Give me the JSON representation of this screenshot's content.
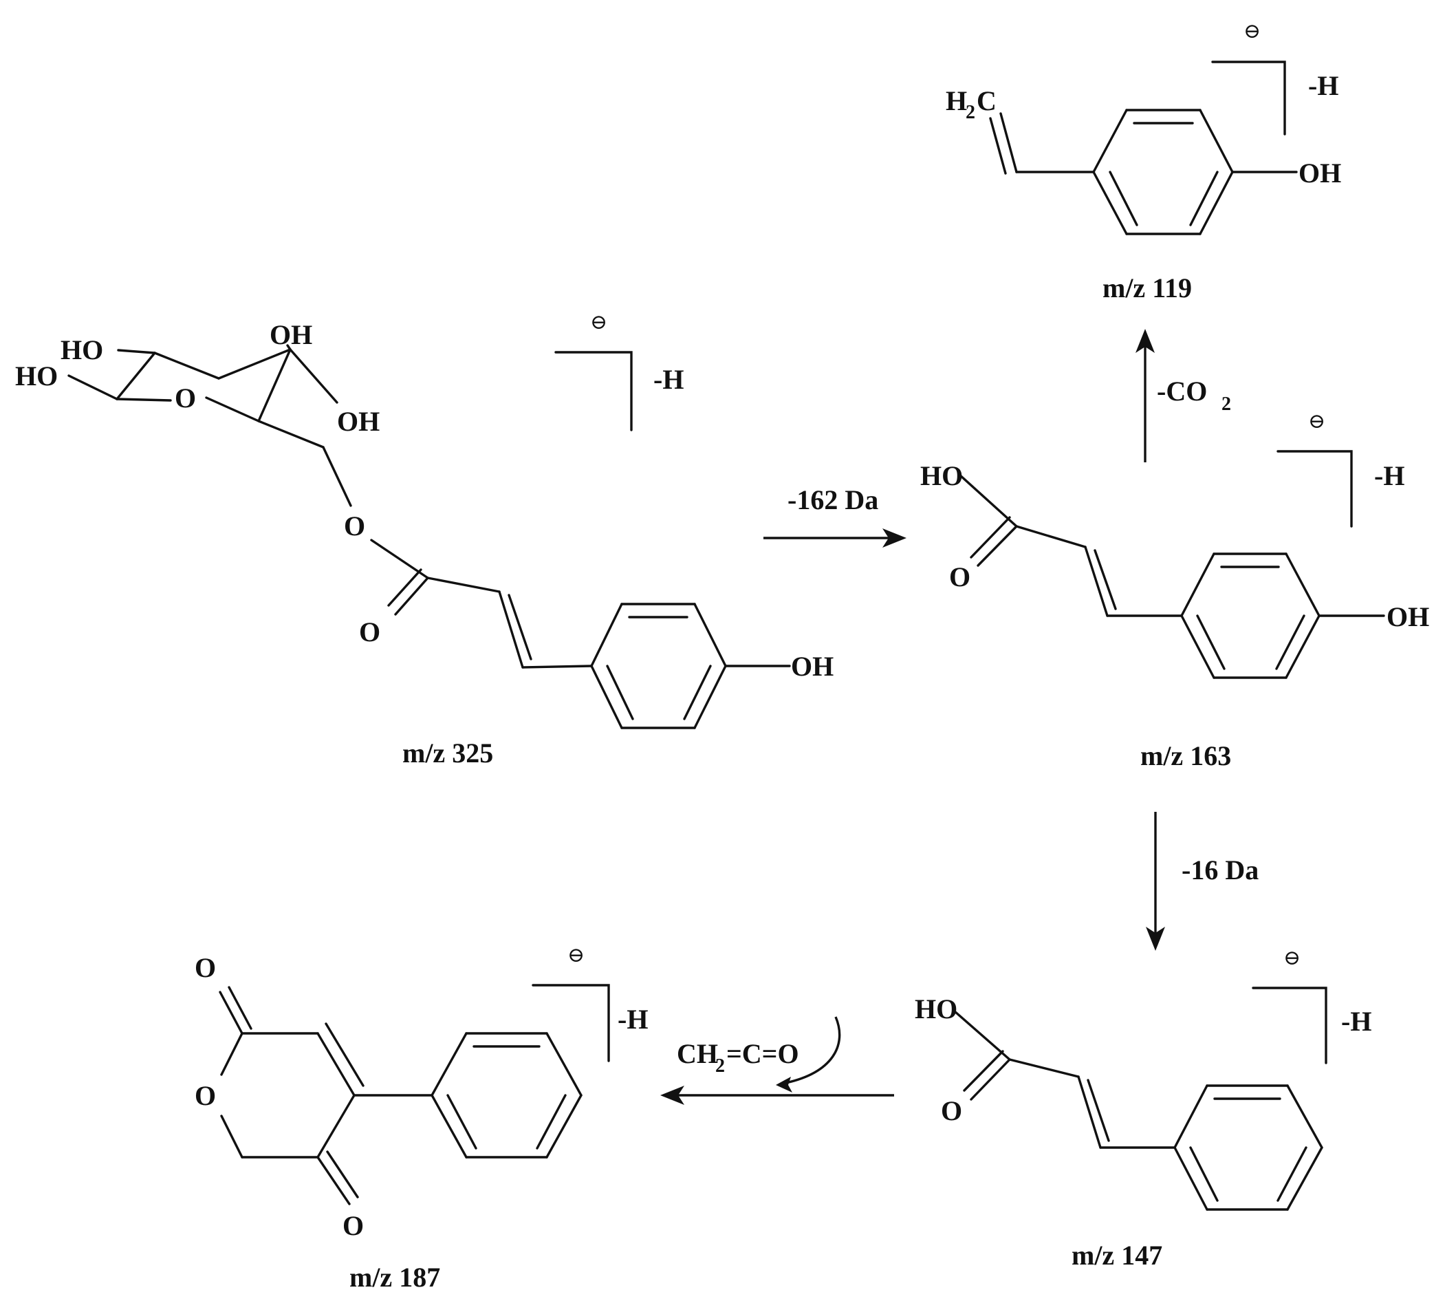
{
  "molecules": {
    "m325": {
      "label": "m/z 325"
    },
    "m163": {
      "label": "m/z 163"
    },
    "m119": {
      "label": "m/z 119"
    },
    "m147": {
      "label": "m/z 147"
    },
    "m187": {
      "label": "m/z 187"
    }
  },
  "atoms": {
    "oh": "OH",
    "ho": "HO",
    "o": "O",
    "h2c_h": "H",
    "h2c_sub": "2",
    "h2c_c": "C"
  },
  "bracket": {
    "minus_h": "-H",
    "charge_symbol": "⊖"
  },
  "transitions": {
    "t1": {
      "label": "-162 Da"
    },
    "t2": {
      "label_main": "-CO",
      "label_sub": "2"
    },
    "t3": {
      "label": "-16 Da"
    },
    "t4": {
      "label_pre": "CH",
      "label_sub": "2",
      "label_post": "=C=O"
    }
  }
}
